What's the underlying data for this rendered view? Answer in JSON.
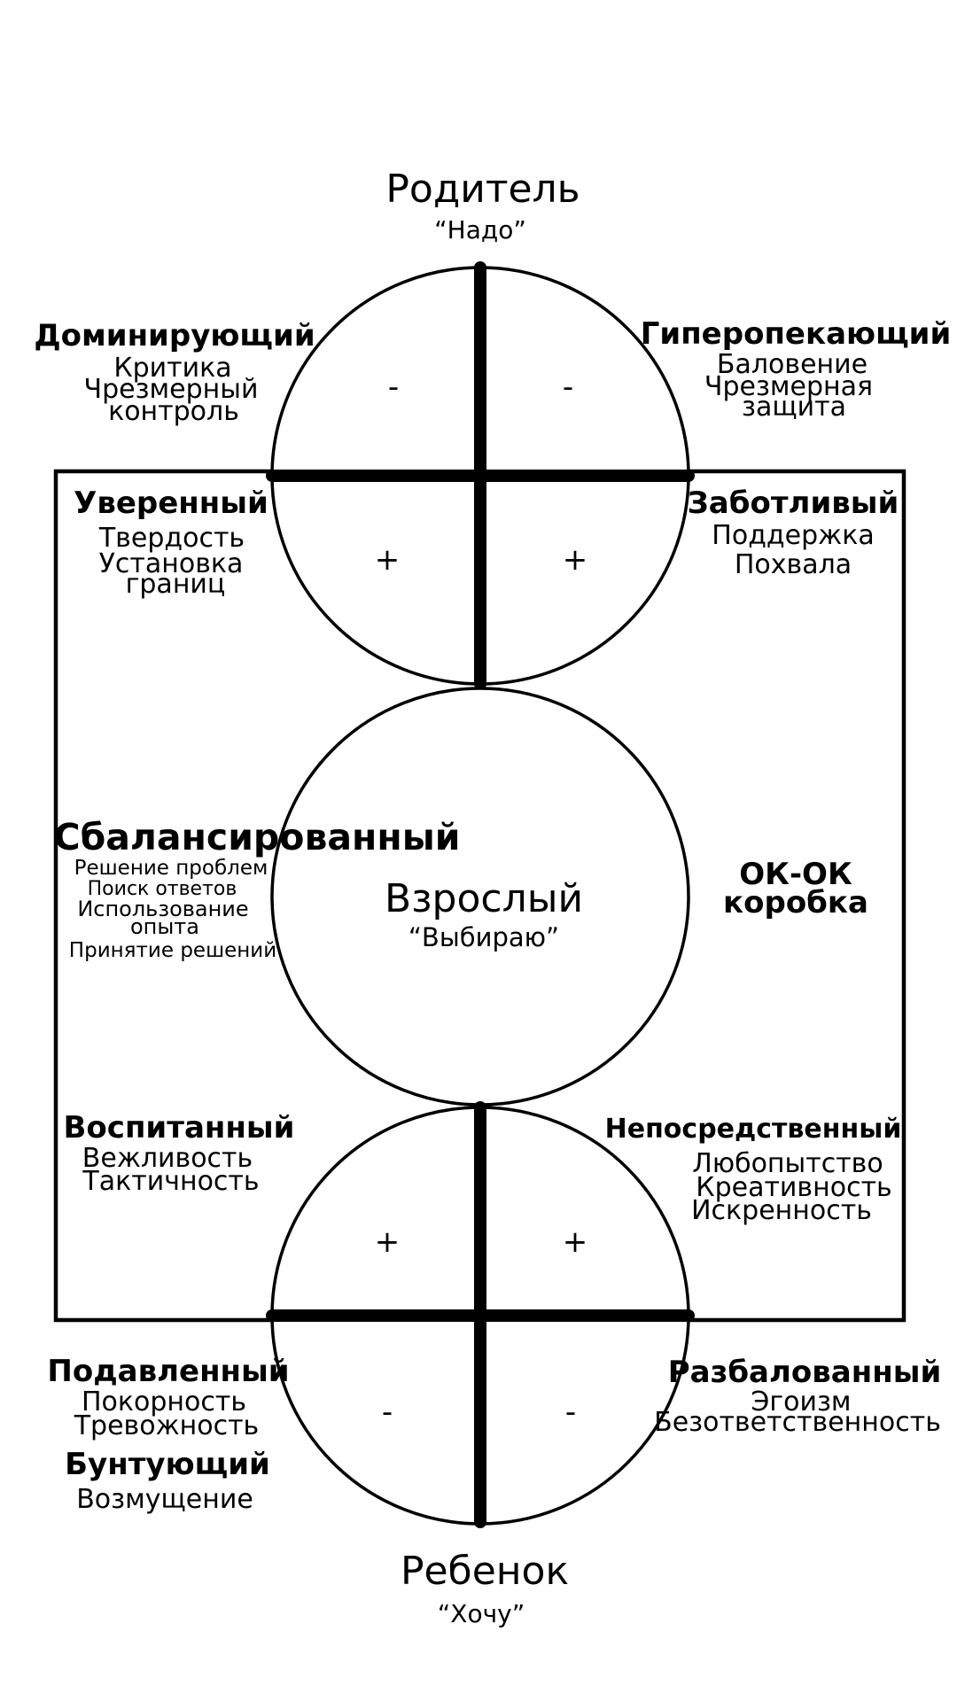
{
  "parent": {
    "title": "Родитель",
    "quote": "“Надо”"
  },
  "adult": {
    "title": "Взрослый",
    "quote": "“Выбираю”"
  },
  "child": {
    "title": "Ребенок",
    "quote": "“Хочу”"
  },
  "signs": {
    "minus": "-",
    "plus": "+"
  },
  "dominating": {
    "title": "Доминирующий",
    "lines": [
      "Критика",
      "Чрезмерный",
      "контроль"
    ]
  },
  "overprotective": {
    "title": "Гиперопекающий",
    "lines": [
      "Баловение",
      "Чрезмерная",
      "защита"
    ]
  },
  "confident": {
    "title": "Уверенный",
    "lines": [
      "Твердость",
      "Установка",
      "границ"
    ]
  },
  "caring": {
    "title": "Заботливый",
    "lines": [
      "Поддержка",
      "Похвала"
    ]
  },
  "balanced": {
    "title": "Сбалансированный",
    "lines": [
      "Решение проблем",
      "Поиск ответов",
      "Использование",
      "опыта",
      "Принятие решений"
    ]
  },
  "okbox": {
    "lines": [
      "ОК-ОК",
      "коробка"
    ]
  },
  "polite": {
    "title": "Воспитанный",
    "lines": [
      "Вежливость",
      "Тактичность"
    ]
  },
  "spontaneous": {
    "title": "Непосредственный",
    "lines": [
      "Любопытство",
      "Креативность",
      "Искренность"
    ]
  },
  "suppressed": {
    "title": "Подавленный",
    "lines": [
      "Покорность",
      "Тревожность"
    ]
  },
  "rebellious": {
    "title": "Бунтующий",
    "lines": [
      "Возмущение"
    ]
  },
  "spoiled": {
    "title": "Разбалованный",
    "lines": [
      "Эгоизм",
      "Безответственность"
    ]
  }
}
